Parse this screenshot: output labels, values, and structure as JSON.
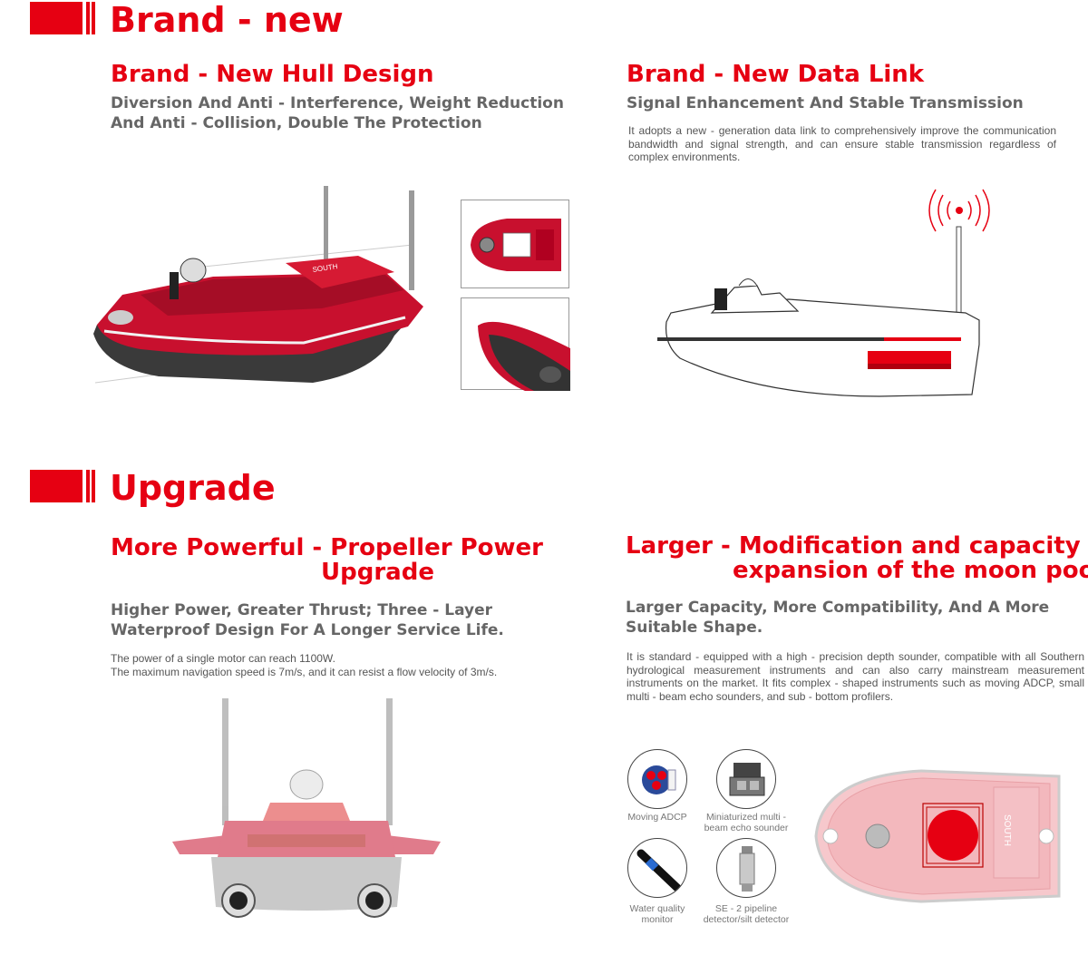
{
  "brand_section": {
    "title": "Brand - new",
    "hull": {
      "title": "Brand - New Hull Design",
      "subtitle": "Diversion And Anti - Interference, Weight Reduction And Anti - Collision, Double The Protection"
    },
    "datalink": {
      "title": "Brand - New Data Link",
      "subtitle": "Signal Enhancement And Stable Transmission",
      "body": "It adopts a new - generation data link to comprehensively improve the communication bandwidth and signal strength, and can ensure stable transmission regardless of complex environments."
    },
    "boat_logo_text": "SOUTH"
  },
  "upgrade_section": {
    "title": "Upgrade",
    "power": {
      "title_line1": "More Powerful - Propeller Power",
      "title_line2": "Upgrade",
      "subtitle": "Higher Power, Greater Thrust; Three - Layer Waterproof Design For A Longer Service Life.",
      "body_line1": "The power of a single motor can reach 1100W.",
      "body_line2": "The maximum navigation speed is 7m/s, and it can resist a flow velocity of 3m/s."
    },
    "moonpool": {
      "title_line1": "Larger - Modification and capacity",
      "title_line2": "expansion of the moon pool",
      "subtitle": "Larger Capacity, More Compatibility, And A More Suitable Shape.",
      "body": "It is standard - equipped with a high - precision depth sounder, compatible with all Southern hydrological measurement instruments and can also carry mainstream measurement instruments on the market. It fits complex - shaped instruments such as moving ADCP, small multi - beam echo sounders, and sub - bottom profilers.",
      "instruments": [
        {
          "label": "Moving ADCP"
        },
        {
          "label": "Miniaturized multi - beam echo sounder"
        },
        {
          "label": "Water quality monitor"
        },
        {
          "label": "SE - 2 pipeline detector/silt detector"
        }
      ],
      "boat_logo_text": "SOUTH"
    }
  },
  "colors": {
    "accent": "#e60012",
    "text": "#666666",
    "hull": "#c8102e",
    "hull_dark": "#3a3a3a"
  }
}
